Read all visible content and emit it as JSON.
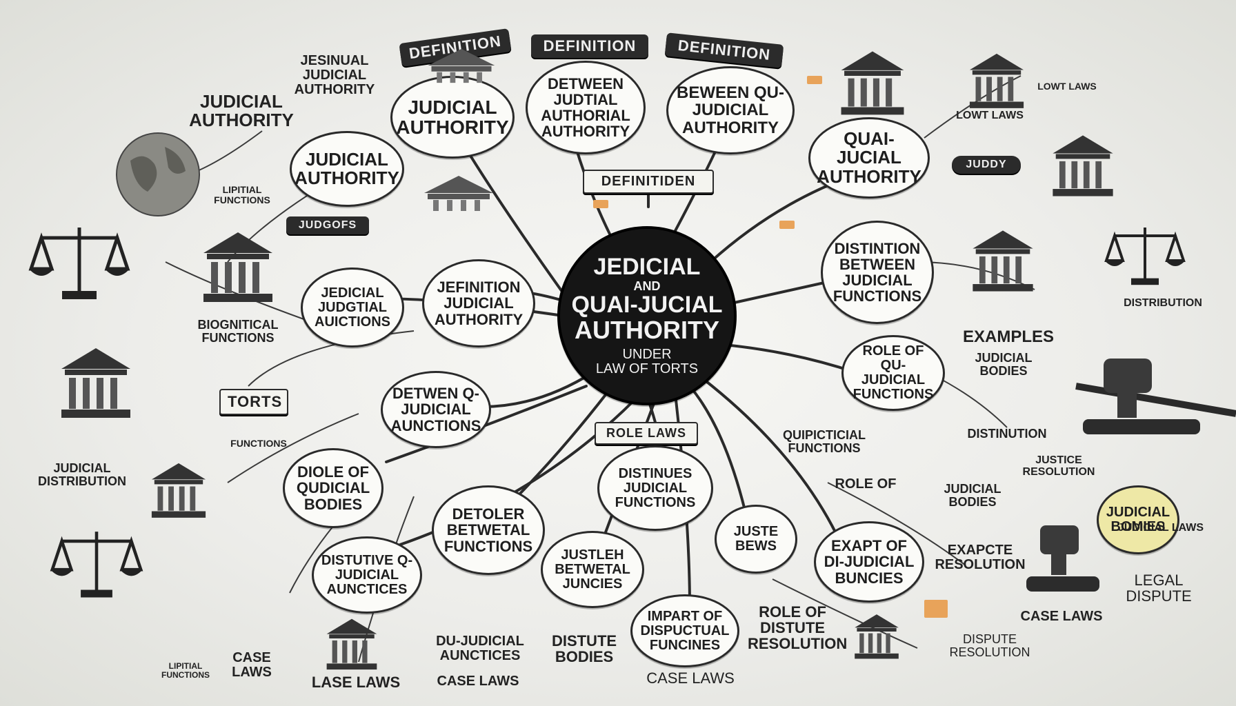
{
  "center": {
    "line1": "JEDICIAL",
    "line2": "AND",
    "line3": "QUAI-JUCIAL",
    "line4": "AUTHORITY",
    "line5": "UNDER",
    "line6": "LAW OF TORTS"
  },
  "banners": {
    "top_left": "DEFINITION",
    "top_mid": "DEFINITION",
    "top_right": "DEFINITION",
    "center_top": "DEFINITIDEN",
    "records": "JUDGOFS",
    "torts": "TORTS",
    "role_laws": "ROLE LAWS",
    "court": "JUDDY"
  },
  "nodes": {
    "n1": "JUDICIAL AUTHORITY",
    "n2": "DETWEEN JUDTIAL AUTHORIAL AUTHORITY",
    "n3": "BEWEEN QU-JUDICIAL AUTHORITY",
    "n4": "QUAI-JUCIAL AUTHORITY",
    "n5": "JUDICIAL AUTHORITY",
    "n6": "JEDICIAL JUDGTIAL AUICTIONS",
    "n7": "JEFINITION JUDICIAL AUTHORITY",
    "n8": "DISTINTION BETWEEN JUDICIAL FUNCTIONS",
    "n9": "ROLE OF QU-JUDICIAL FUNCTIONS",
    "n10": "DETWEN Q-JUDICIAL AUNCTIONS",
    "n11": "DIOLE OF QUDICIAL BODIES",
    "n12": "DETOLER BETWETAL FUNCTIONS",
    "n13": "DISTINUES JUDICIAL FUNCTIONS",
    "n14": "DISTUTIVE Q-JUDICIAL AUNCTICES",
    "n15": "JUSTLEH BETWETAL JUNCIES",
    "n16": "JUSTE BEWS",
    "n17": "EXAPT OF DI-JUDICIAL BUNCIES",
    "n18": "IMPART OF DISPUCTUAL FUNCINES",
    "n19": "JUDICIAL BOMIES"
  },
  "labels": {
    "l1": "JESINUAL JUDICIAL AUTHORITY",
    "l2": "JUDICIAL AUTHORITY",
    "l3": "LIPITIAL FUNCTIONS",
    "l4": "BIOGNITICAL FUNCTIONS",
    "l5": "JUDICIAL DISTRIBUTION",
    "l6": "LOWT LAWS",
    "l7": "EXAMPLES",
    "l8": "JUDICIAL BODIES",
    "l9": "QUIPICTICIAL FUNCTIONS",
    "l10": "ROLE OF",
    "l11": "DISTINUTION",
    "l12": "JUSTICE RESOLUTION",
    "l13": "JUDICIAL BODIES",
    "l14": "EXAPCTE RESOLUTION",
    "l15": "CASE LAWS",
    "l16": "LASE LAWS",
    "l17": "CASE LAWS",
    "l18": "CASE LAWS",
    "l19": "CASE LAWS",
    "l20": "DU-JUDICIAL AUNCTICES",
    "l21": "DISTUTE BODIES",
    "l22": "ROLE OF DISTUTE RESOLUTION",
    "l23": "JUDICIAL LAWS",
    "l24": "LEGAL DISPUTE",
    "l25": "DISPUTE RESOLUTION",
    "l26": "DISTRIBUTION",
    "l27": "LOWT LAWS",
    "l28": "LIPITIAL FUNCTIONS",
    "l29": "FUNCTIONS"
  },
  "colors": {
    "ink": "#1e1e1e",
    "center_fill": "#151515",
    "accent": "#e8a35a",
    "highlight": "#e8e08a",
    "paper": "#fbfbf8"
  },
  "icons": [
    "scales-icon",
    "courthouse-icon",
    "gavel-icon",
    "globe-icon"
  ]
}
